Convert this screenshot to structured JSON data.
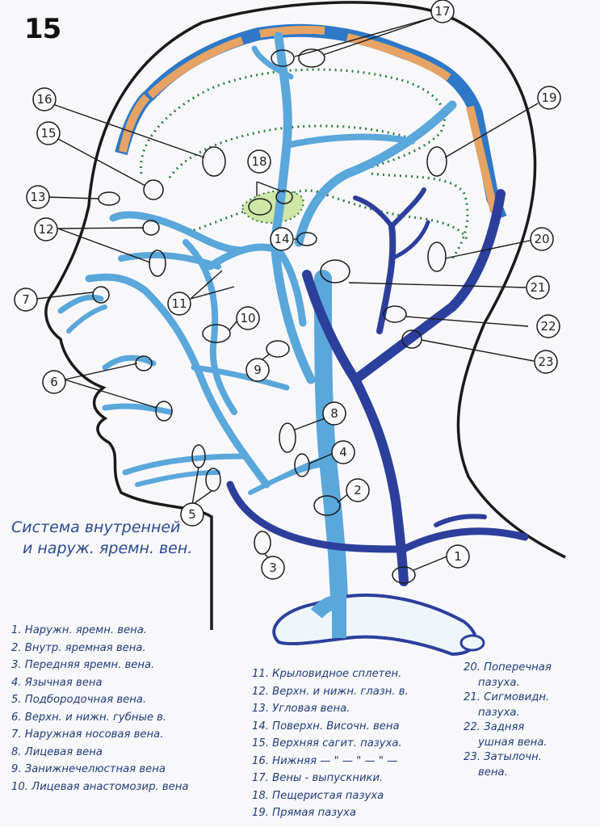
{
  "sheet_number": "15",
  "title": {
    "line1": "Система внутренней",
    "line2": "и наруж. яремн. вен."
  },
  "legend": {
    "col1": [
      "1. Наружн. яремн. вена.",
      "2. Внутр. яремная вена.",
      "3. Передняя яремн. вена.",
      "4. Язычная вена",
      "5. Подбородочная вена.",
      "6. Верхн. и нижн. губные в.",
      "7. Наружная носовая вена.",
      "8. Лицевая вена",
      "9. Занижнечелюстная вена",
      "10. Лицевая анастомозир. вена"
    ],
    "col2": [
      "11. Крыловидное сплетен.",
      "12. Верхн. и нижн. глазн. в.",
      "13. Угловая вена.",
      "14. Поверхн. Височн. вена",
      "15. Верхняя сагит. пазуха.",
      "16. Нижняя — \" — \" — \" —",
      "17. Вены - выпускники.",
      "18. Пещеристая пазуха",
      "19. Прямая пазуха"
    ],
    "col3": [
      "20. Поперечная",
      "пазуха.",
      "21. Сигмовидн.",
      "пазуха.",
      "22. Задняя",
      "ушная вена.",
      "23. Затылочн.",
      "вена."
    ]
  },
  "callouts": [
    "1",
    "2",
    "3",
    "4",
    "5",
    "6",
    "7",
    "8",
    "9",
    "10",
    "11",
    "12",
    "13",
    "14",
    "15",
    "16",
    "17",
    "18",
    "19",
    "20",
    "21",
    "22",
    "23"
  ],
  "colors": {
    "outline": "#1a1a1a",
    "light_vein": "#5aa7db",
    "dark_vein": "#2c3f9c",
    "sinus_fill": "#e7a364",
    "dotted": "#2f7d3c",
    "ink": "#1f3b7a"
  }
}
